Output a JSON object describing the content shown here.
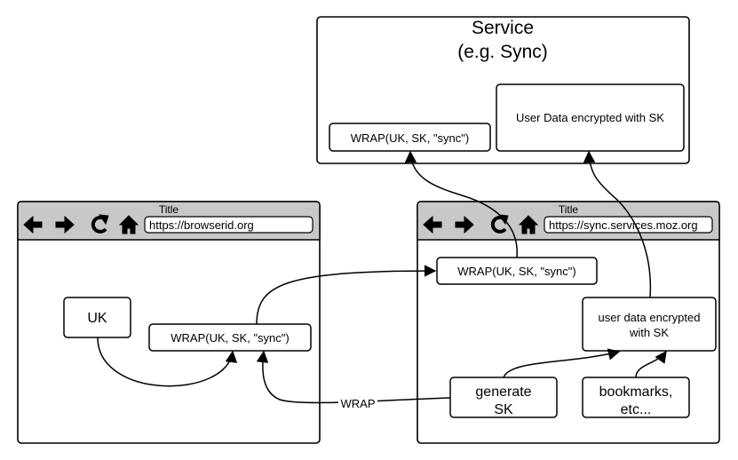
{
  "service": {
    "title_line1": "Service",
    "title_line2": "(e.g. Sync)",
    "wrap_box": "WRAP(UK, SK, \"sync\")",
    "data_box": "User Data encrypted with SK"
  },
  "left_browser": {
    "title": "Title",
    "url": "https://browserid.org",
    "uk_box": "UK",
    "wrap_box": "WRAP(UK, SK, \"sync\")"
  },
  "right_browser": {
    "title": "Title",
    "url": "https://sync.services.moz.org",
    "wrap_box": "WRAP(UK, SK, \"sync\")",
    "encrypted_line1": "user data encrypted",
    "encrypted_line2": "with SK",
    "generate_line1": "generate",
    "generate_line2": "SK",
    "bookmarks_line1": "bookmarks,",
    "bookmarks_line2": "etc..."
  },
  "edges": {
    "wrap_label": "WRAP"
  },
  "icons": [
    "back-arrow-icon",
    "forward-arrow-icon",
    "reload-icon",
    "home-icon"
  ]
}
